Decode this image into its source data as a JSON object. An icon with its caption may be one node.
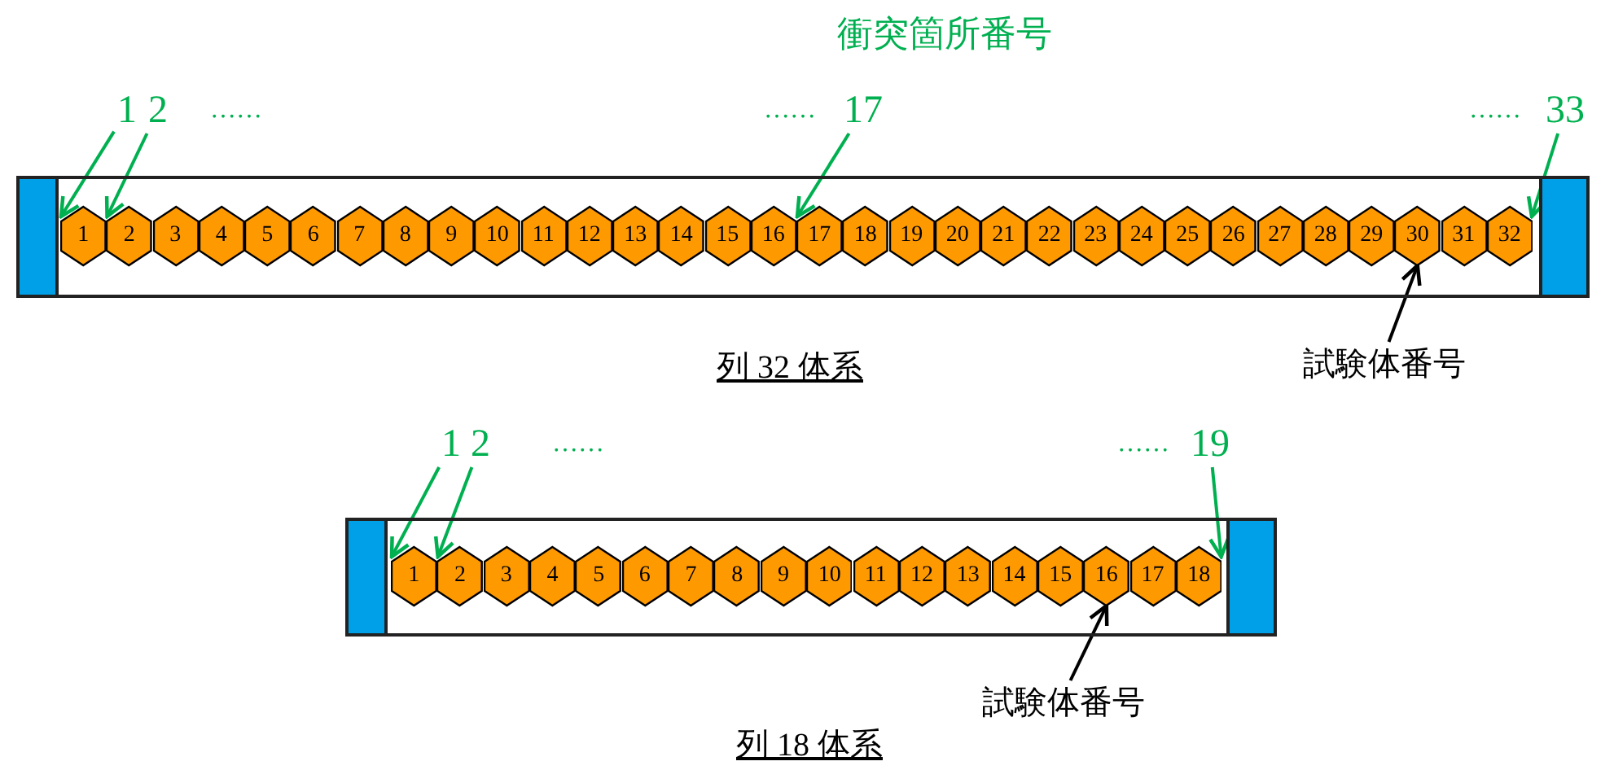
{
  "diagram": {
    "title": "衝突箇所番号",
    "nodes": [
      {
        "text": [
          "1"
        ]
      },
      {
        "text": [
          "2"
        ]
      },
      {
        "text": [
          "17"
        ]
      },
      {
        "text": [
          "33"
        ]
      },
      {
        "text": [],
        "shape": "box"
      },
      {
        "text": [],
        "shape": "bar",
        "in": 4
      },
      {
        "text": [
          "1"
        ],
        "in": 4
      },
      {
        "text": [
          "2"
        ],
        "in": 4
      },
      {
        "text": [
          "3"
        ],
        "in": 4
      },
      {
        "text": [
          "4"
        ],
        "in": 4
      },
      {
        "text": [
          "5"
        ],
        "in": 4
      },
      {
        "text": [
          "6"
        ],
        "in": 4
      },
      {
        "text": [
          "7"
        ],
        "in": 4
      },
      {
        "text": [
          "8"
        ],
        "in": 4
      },
      {
        "text": [
          "9"
        ],
        "in": 4
      },
      {
        "text": [
          "10"
        ],
        "in": 4
      },
      {
        "text": [
          "11"
        ],
        "in": 4
      },
      {
        "text": [
          "12"
        ],
        "in": 4
      },
      {
        "text": [
          "13"
        ],
        "in": 4
      },
      {
        "text": [
          "14"
        ],
        "in": 4
      },
      {
        "text": [
          "15"
        ],
        "in": 4
      },
      {
        "text": [
          "16"
        ],
        "in": 4
      },
      {
        "text": [
          "17"
        ],
        "in": 4
      },
      {
        "text": [
          "18"
        ],
        "in": 4
      },
      {
        "text": [
          "19"
        ],
        "in": 4
      },
      {
        "text": [
          "20"
        ],
        "in": 4
      },
      {
        "text": [
          "21"
        ],
        "in": 4
      },
      {
        "text": [
          "22"
        ],
        "in": 4
      },
      {
        "text": [
          "23"
        ],
        "in": 4
      },
      {
        "text": [
          "24"
        ],
        "in": 4
      },
      {
        "text": [
          "25"
        ],
        "in": 4
      },
      {
        "text": [
          "26"
        ],
        "in": 4
      },
      {
        "text": [
          "27"
        ],
        "in": 4
      },
      {
        "text": [
          "28"
        ],
        "in": 4
      },
      {
        "text": [
          "29"
        ],
        "in": 4
      },
      {
        "text": [
          "30"
        ],
        "in": 4
      },
      {
        "text": [
          "31"
        ],
        "in": 4
      },
      {
        "text": [
          "32"
        ],
        "in": 4
      },
      {
        "text": [],
        "shape": "bar",
        "in": 4
      },
      {
        "text": [
          "試験体番号"
        ]
      },
      {
        "text": [
          "1"
        ]
      },
      {
        "text": [
          "2"
        ]
      },
      {
        "text": [
          "19"
        ]
      },
      {
        "text": [],
        "shape": "box"
      },
      {
        "text": [],
        "shape": "bar",
        "in": 43
      },
      {
        "text": [
          "1"
        ],
        "in": 43
      },
      {
        "text": [
          "2"
        ],
        "in": 43
      },
      {
        "text": [
          "3"
        ],
        "in": 43
      },
      {
        "text": [
          "4"
        ],
        "in": 43
      },
      {
        "text": [
          "5"
        ],
        "in": 43
      },
      {
        "text": [
          "6"
        ],
        "in": 43
      },
      {
        "text": [
          "7"
        ],
        "in": 43
      },
      {
        "text": [
          "8"
        ],
        "in": 43
      },
      {
        "text": [
          "9"
        ],
        "in": 43
      },
      {
        "text": [
          "10"
        ],
        "in": 43
      },
      {
        "text": [
          "11"
        ],
        "in": 43
      },
      {
        "text": [
          "12"
        ],
        "in": 43
      },
      {
        "text": [
          "13"
        ],
        "in": 43
      },
      {
        "text": [
          "14"
        ],
        "in": 43
      },
      {
        "text": [
          "15"
        ],
        "in": 43
      },
      {
        "text": [
          "16"
        ],
        "in": 43
      },
      {
        "text": [
          "17"
        ],
        "in": 43
      },
      {
        "text": [
          "18"
        ],
        "in": 43
      },
      {
        "text": [],
        "shape": "bar",
        "in": 43
      },
      {
        "text": [
          "試験体番号"
        ]
      }
    ],
    "edges": [
      {
        "from": 0,
        "to": 6,
        "arrow": "to"
      },
      {
        "from": 1,
        "to": 7,
        "arrow": "to"
      },
      {
        "from": 2,
        "to": 22,
        "arrow": "to"
      },
      {
        "from": 3,
        "to": 37,
        "arrow": "to"
      },
      {
        "from": 39,
        "to": 35,
        "arrow": "to",
        "color": "#000000"
      },
      {
        "from": 40,
        "to": 45,
        "arrow": "to"
      },
      {
        "from": 41,
        "to": 46,
        "arrow": "to"
      },
      {
        "from": 42,
        "to": 62,
        "arrow": "to"
      },
      {
        "from": 64,
        "to": 60,
        "arrow": "to",
        "color": "#000000"
      }
    ],
    "labels": [
      "……",
      "……",
      "……",
      "列 32 体系",
      "……",
      "……",
      "列 18 体系"
    ]
  }
}
